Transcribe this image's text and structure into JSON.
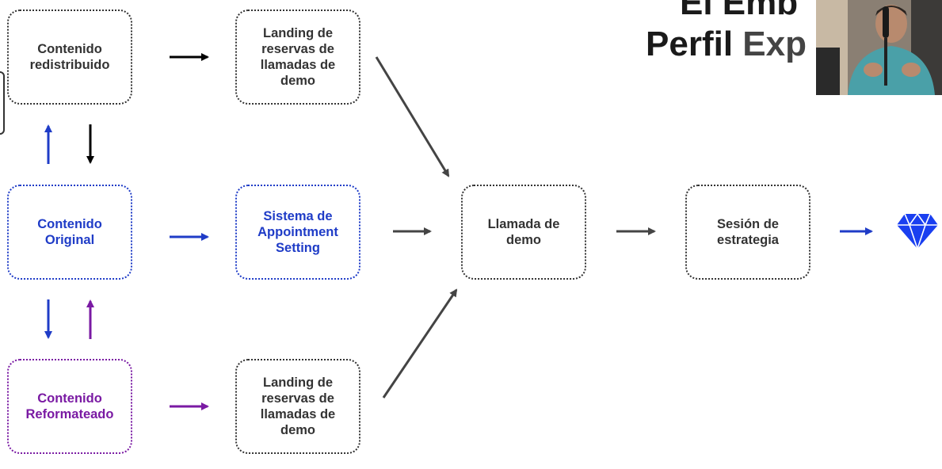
{
  "slide": {
    "title_line1": "El Emb",
    "title_line2_word1": "Perfil",
    "title_line2_word2": "Exp"
  },
  "boxes": {
    "redistributed": "Contenido\nredistribuido",
    "landing_top": "Landing de\nreservas de\nllamadas de\ndemo",
    "original": "Contenido\nOriginal",
    "appointment": "Sistema de\nAppointment\nSetting",
    "demo_call": "Llamada de\ndemo",
    "strategy": "Sesión de\nestrategia",
    "reformatted": "Contenido\nReformateado",
    "landing_bottom": "Landing de\nreservas de\nllamadas de\ndemo"
  },
  "colors": {
    "black": "#000000",
    "blue": "#1f3cc7",
    "purple": "#7a1aa3",
    "gray": "#444444",
    "diamond": "#1a3ff0"
  },
  "icons": {
    "end_icon": "diamond-icon",
    "presenter": "webcam-presenter"
  }
}
